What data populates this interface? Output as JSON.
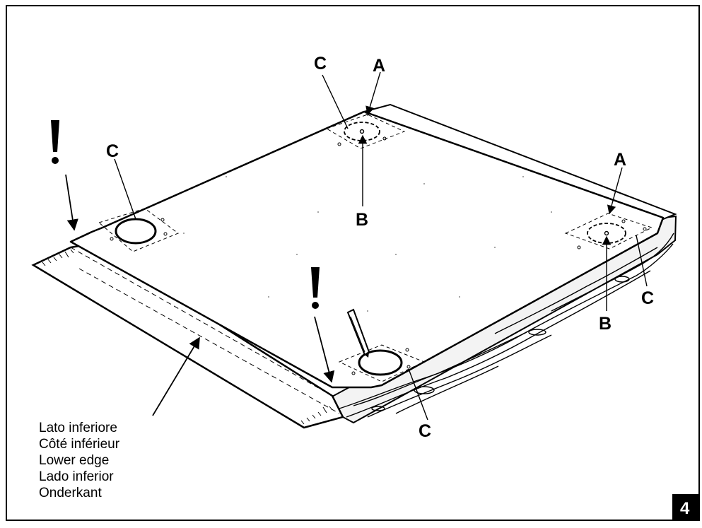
{
  "labels": {
    "a": "A",
    "b": "B",
    "c": "C",
    "warning": "!"
  },
  "edge_caption": [
    "Lato inferiore",
    "Côté inférieur",
    "Lower edge",
    "Lado inferior",
    "Onderkant"
  ],
  "step_number": "4"
}
